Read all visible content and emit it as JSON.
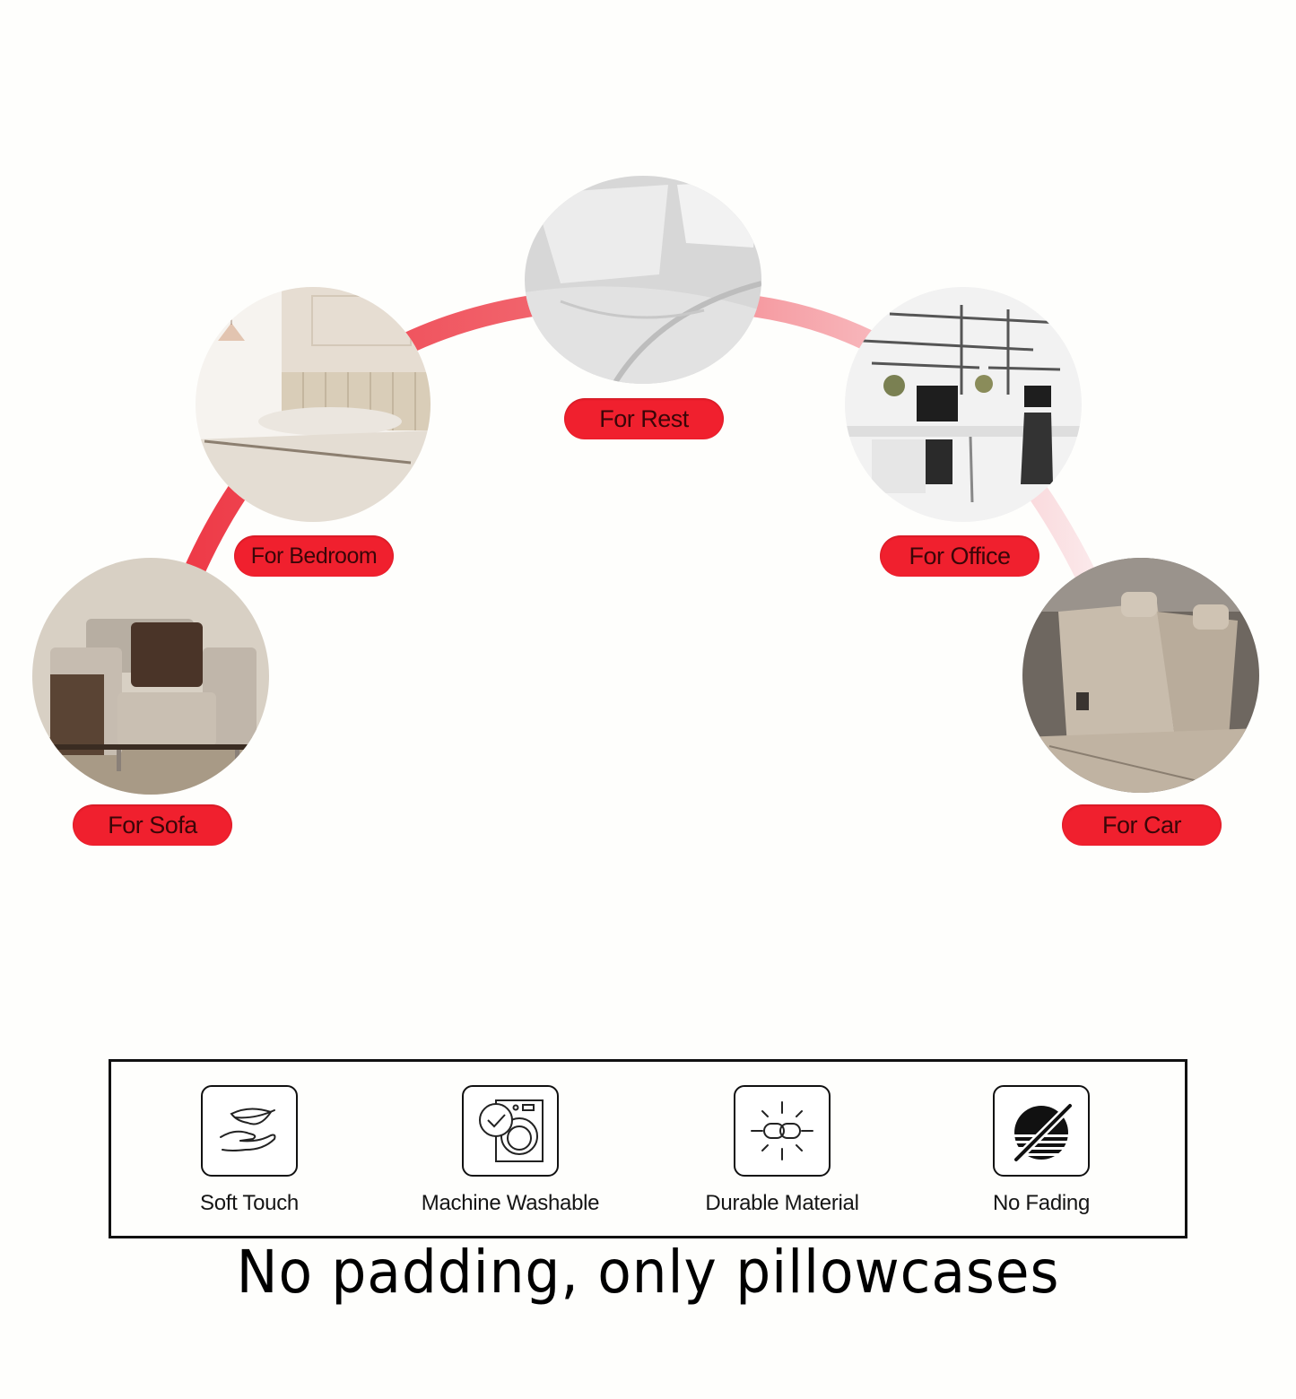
{
  "usage_scenes": [
    {
      "label": "For Sofa",
      "image": "armchair-with-brown-cushion"
    },
    {
      "label": "For Bedroom",
      "image": "bed-with-upholstered-headboard"
    },
    {
      "label": "For Rest",
      "image": "white-pillows-and-sheets"
    },
    {
      "label": "For Office",
      "image": "open-plan-office-desks"
    },
    {
      "label": "For Car",
      "image": "car-rear-seat"
    }
  ],
  "arc_colors": {
    "start": "#ee3b48",
    "middle": "#f26b73",
    "end": "#fbe3e5"
  },
  "pill_color": "#f0202e",
  "features": [
    {
      "label": "Soft Touch",
      "icon": "feather-on-hand-icon"
    },
    {
      "label": "Machine Washable",
      "icon": "washing-machine-check-icon"
    },
    {
      "label": "Durable Material",
      "icon": "chain-link-icon"
    },
    {
      "label": "No Fading",
      "icon": "no-fading-sun-icon"
    }
  ],
  "caption": "No padding, only pillowcases"
}
